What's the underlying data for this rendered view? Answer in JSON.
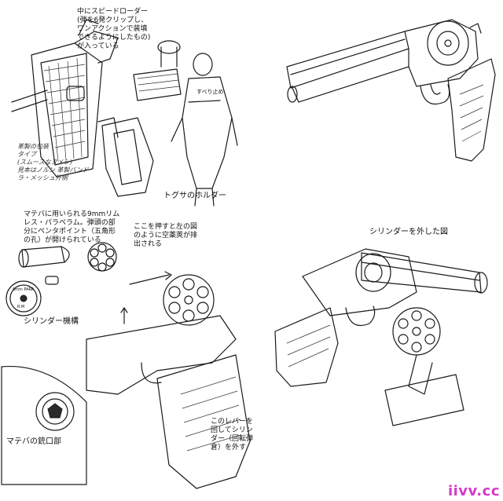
{
  "top_left": {
    "speedloader_note": "中にスピードローダー\n(弾を6発クリップし、\nワンアクションで装填\nできるようにしたもの)\nが入っている",
    "small_label": "すべり止め",
    "hand_note_left": "革製の包装\nタイプ\n(スムースなヌメシ)\n見本はノルン  革製バンド\n          ラ・メッシュ外側",
    "holster_caption": "トグサのホルダー"
  },
  "bottom_left": {
    "ammo_note": "マテバに用いられる9mmリム\nレス・パラベラム。弾頭の部\n分にペンタポイント（五角形\nの孔）が開けられている",
    "cartridge_stamp_top": "9mm PARA",
    "cartridge_stamp_bottom": "R.M",
    "cylinder_mechanism": "シリンダー機構",
    "push_note": "ここを押すと左の図\nのように空薬莢が排\n出される",
    "muzzle_caption": "マテバの銃口部",
    "lever_note": "このレバーを\n回してシリン\nダー（回転弾\n倉）を外す"
  },
  "bottom_right": {
    "cylinder_removed_caption": "シリンダーを外した図"
  },
  "watermark": "iivv.cc",
  "colors": {
    "ink": "#1a1a1a",
    "watermark": "#d63ac9",
    "paper": "#ffffff"
  }
}
